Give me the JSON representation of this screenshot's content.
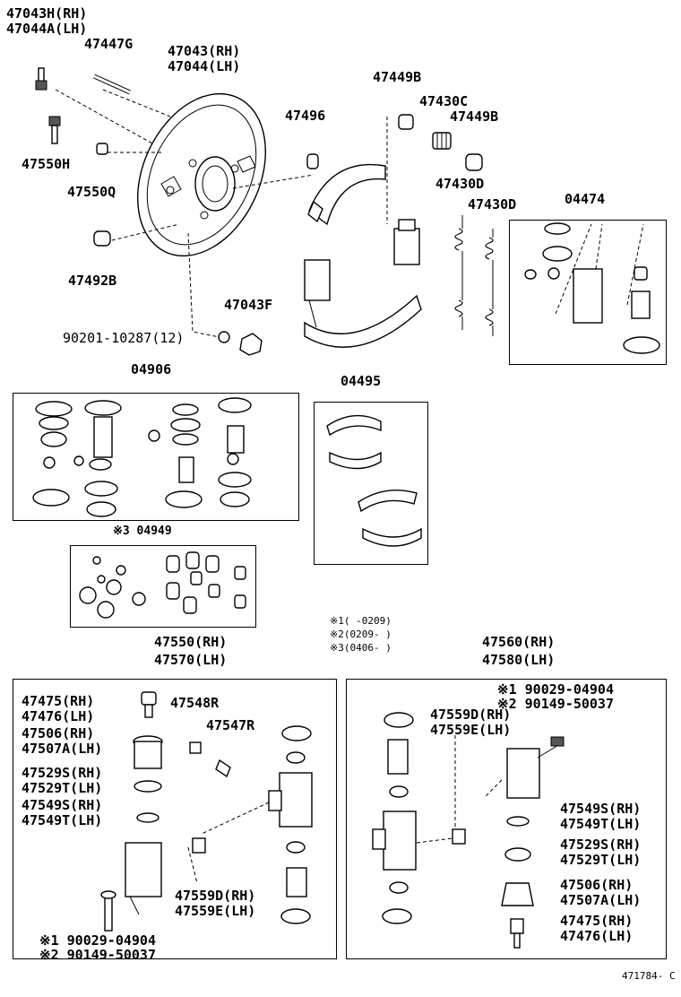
{
  "diagram_id": "471784- C",
  "labels": {
    "p47043H": "47043H(RH)",
    "p47044A": "47044A(LH)",
    "p47447G": "47447G",
    "p47043rh": "47043(RH)",
    "p47044lh": "47044(LH)",
    "p47449B_a": "47449B",
    "p47430C": "47430C",
    "p47496": "47496",
    "p47449B_b": "47449B",
    "p47550H": "47550H",
    "p47550Q": "47550Q",
    "p47430D_a": "47430D",
    "p47430D_b": "47430D",
    "p04474": "04474",
    "p47492B": "47492B",
    "p47043F": "47043F",
    "p90201": "90201-10287(12)",
    "p04906": "04906",
    "p04495": "04495",
    "p04949": "※3 04949",
    "note1": "※1(      -0209)",
    "note2": "※2(0209-       )",
    "note3": "※3(0406-       )",
    "p47550rh": "47550(RH)",
    "p47570lh": "47570(LH)",
    "p47560rh": "47560(RH)",
    "p47580lh": "47580(LH)",
    "l47475": "47475(RH)",
    "l47476": "47476(LH)",
    "l47548R": "47548R",
    "l47547R": "47547R",
    "l47506": "47506(RH)",
    "l47507A": "47507A(LH)",
    "l47529S": "47529S(RH)",
    "l47529T": "47529T(LH)",
    "l47549S": "47549S(RH)",
    "l47549T": "47549T(LH)",
    "l47559D": "47559D(RH)",
    "l47559E": "47559E(LH)",
    "l90029": "※1 90029-04904",
    "l90149": "※2 90149-50037",
    "r90029": "※1 90029-04904",
    "r90149": "※2 90149-50037",
    "r47559D": "47559D(RH)",
    "r47559E": "47559E(LH)",
    "r47549S": "47549S(RH)",
    "r47549T": "47549T(LH)",
    "r47529S": "47529S(RH)",
    "r47529T": "47529T(LH)",
    "r47506": "47506(RH)",
    "r47507A": "47507A(LH)",
    "r47475": "47475(RH)",
    "r47476": "47476(LH)"
  }
}
